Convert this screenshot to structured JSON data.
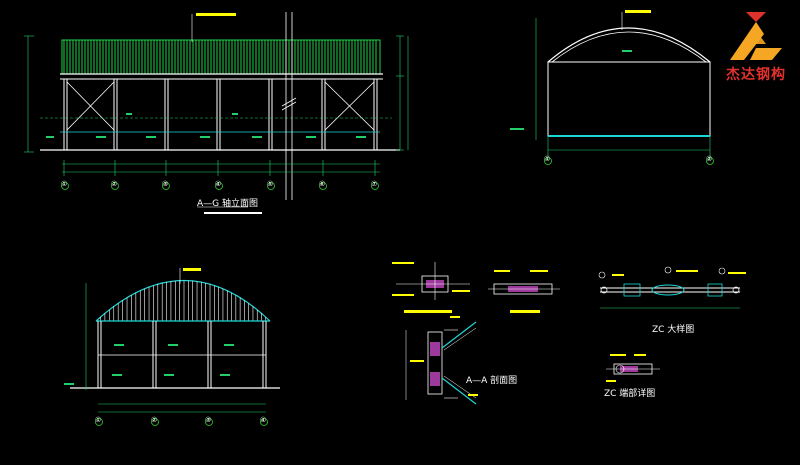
{
  "colors": {
    "background": "#000000",
    "structure": "#ffffff",
    "axis": "#2fd12f",
    "roof_green": "#21d44a",
    "roof_cyan": "#1fd6d6",
    "dimension": "#22d06a",
    "annotation": "#ffff00",
    "detail_magenta": "#e050e0",
    "logo_red": "#e0322c",
    "logo_gold": "#f5a623"
  },
  "logo": {
    "text": "杰达钢构"
  },
  "views": {
    "elevation_main": {
      "axis_labels": [
        "①",
        "②",
        "③",
        "④",
        "⑤",
        "⑥",
        "⑦"
      ],
      "caption": "A—G 轴立面图"
    },
    "end_elevation": {
      "axis_labels": [
        "①",
        "②"
      ]
    },
    "section": {
      "axis_labels": [
        "①",
        "②",
        "③",
        "④"
      ]
    },
    "details": {
      "zc_big": "ZC 大样图",
      "zc_node": "ZC 端部详图",
      "aa": "A—A 剖面图"
    }
  }
}
